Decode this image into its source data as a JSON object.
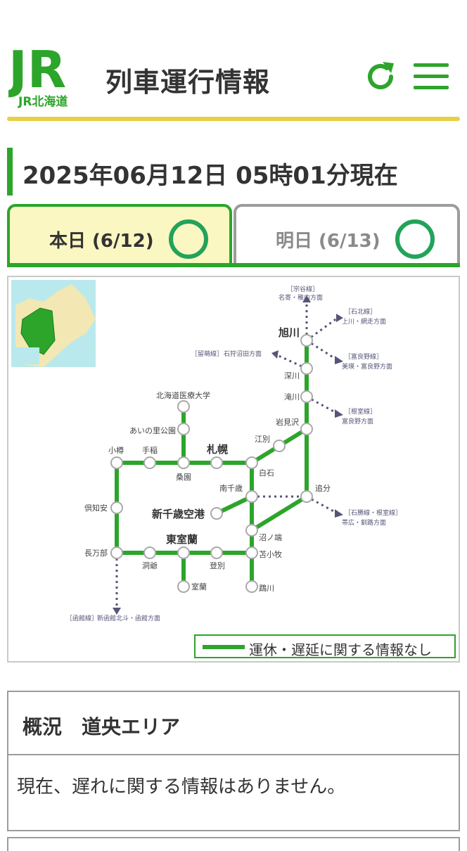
{
  "header": {
    "logo_letters": "JR",
    "logo_subtext": "JR北海道",
    "title": "列車運行情報",
    "refresh_icon": "refresh-icon",
    "menu_icon": "hamburger-menu-icon"
  },
  "status_date": "2025年06月12日 05時01分現在",
  "tabs": [
    {
      "label": "本日 (6/12)",
      "status_icon": "circle-ok-icon",
      "selected": true
    },
    {
      "label": "明日 (6/13)",
      "status_icon": "circle-ok-icon",
      "selected": false
    }
  ],
  "map": {
    "stations": {
      "asahikawa": "旭川",
      "fukagawa": "深川",
      "takikawa": "滝川",
      "iwamizawa": "岩見沢",
      "ebetsu": "江別",
      "sapporo": "札幌",
      "shiroishi": "白石",
      "kuwazono": "桑園",
      "teine": "手稲",
      "otaru": "小樽",
      "ainosato": "あいの里公園",
      "iryodai": "北海道医療大学",
      "minamichitose": "南千歳",
      "shinchitose": "新千歳空港",
      "oiwake": "追分",
      "numanohata": "沼ノ端",
      "tomakomai": "苫小牧",
      "mukawa": "鵡川",
      "higashimuroran": "東室蘭",
      "toya": "洞爺",
      "noboribetsu": "登別",
      "muroran": "室蘭",
      "oshamambe": "長万部",
      "kutchan": "倶知安"
    },
    "directions": {
      "soya_line": "［宗谷線］",
      "soya_dest": "名寄・稚内方面",
      "sekihoku_line": "［石北線］",
      "sekihoku_dest": "上川・網走方面",
      "rumoi_line": "［留萌線］",
      "rumoi_dest": "石狩沼田方面",
      "furano_line": "［富良野線］",
      "furano_dest": "美瑛・富良野方面",
      "nemuro_line": "［根室線］",
      "nemuro_dest": "富良野方面",
      "sekisho_line": "［石勝線・根室線］",
      "sekisho_dest": "帯広・釧路方面",
      "hakodate_line": "［函館線］",
      "hakodate_dest": "新函館北斗・函館方面"
    },
    "colors": {
      "line": "#2ca52a",
      "dotted": "#555577",
      "inset_sea": "#b9e9ec",
      "inset_land": "#f3e7b3",
      "inset_area": "#2ca52a"
    },
    "legend": "運休・遅延に関する情報なし"
  },
  "summary": {
    "title": "概況　道央エリア",
    "body": "現在、遅れに関する情報はありません。"
  }
}
